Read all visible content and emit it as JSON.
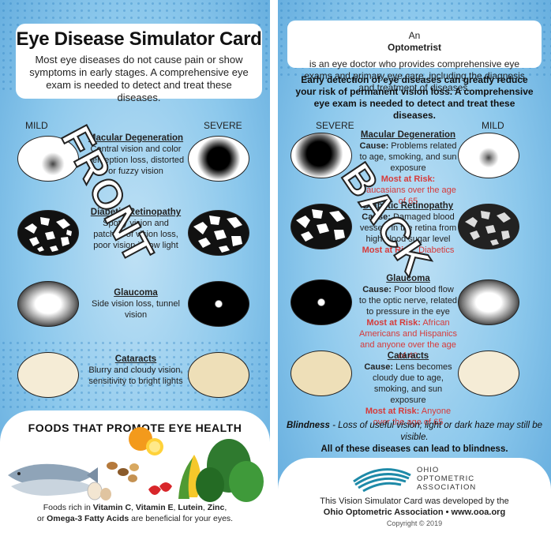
{
  "front": {
    "title": "Eye Disease Simulator Card",
    "intro": "Most eye diseases do not cause pain or show symptoms in early stages. A comprehensive eye exam is needed to detect and treat these diseases.",
    "label_mild": "MILD",
    "label_severe": "SEVERE",
    "diseases": [
      {
        "name": "Macular Degeneration",
        "desc": "Central vision and color perception loss, distorted or fuzzy vision"
      },
      {
        "name": "Diabetic Retinopathy",
        "desc": "Spotty vision and patches of vision loss, poor vision in low light"
      },
      {
        "name": "Glaucoma",
        "desc": "Side vision loss, tunnel vision"
      },
      {
        "name": "Cataracts",
        "desc": "Blurry and cloudy vision, sensitivity to bright lights"
      }
    ],
    "foods_title": "FOODS THAT PROMOTE EYE HEALTH",
    "foods_text_pre": "Foods rich in ",
    "foods_vitc": "Vitamin C",
    "foods_sep1": ", ",
    "foods_vite": "Vitamin E",
    "foods_sep2": ", ",
    "foods_lutein": "Lutein",
    "foods_sep3": ", ",
    "foods_zinc": "Zinc",
    "foods_sep4": ", ",
    "foods_or": "or ",
    "foods_omega": "Omega-3 Fatty Acids",
    "foods_post": " are beneficial for your eyes.",
    "watermark": "FRONT"
  },
  "back": {
    "intro_pre": "An ",
    "intro_bold": "Optometrist",
    "intro_post": " is an eye doctor who provides comprehensive eye exams and primary eye care, including the diagnosis and treatment of diseases.",
    "detect": "Early detection of eye diseases can greatly reduce your risk of permanent vision loss. A comprehensive eye exam is needed to detect and treat these diseases.",
    "label_severe": "SEVERE",
    "label_mild": "MILD",
    "cause_label": "Cause:",
    "risk_label": "Most at Risk:",
    "diseases": [
      {
        "name": "Macular Degeneration",
        "cause": " Problems related to age, smoking, and sun exposure",
        "risk": " Caucasians over the age of 65"
      },
      {
        "name": "Diabetic Retinopathy",
        "cause": " Damaged blood vessels in the retina from high blood sugar level",
        "risk": " Diabetics"
      },
      {
        "name": "Glaucoma",
        "cause": " Poor blood flow to the optic nerve, related to pressure in the eye",
        "risk": " African Americans and Hispanics and anyone over the age of 40"
      },
      {
        "name": "Cataracts",
        "cause": " Lens becomes cloudy due to age, smoking, and sun exposure",
        "risk": " Anyone over the age of 65"
      }
    ],
    "blind_term": "Blindness",
    "blind_def": " - Loss of useful vision; light or dark haze may still be visible.",
    "blind_all": "All of these diseases can lead to blindness.",
    "org_line1": "OHIO",
    "org_line2": "OPTOMETRIC",
    "org_line3": "ASSOCIATION",
    "dev_text": "This Vision Simulator Card was developed by the",
    "dev_org": "Ohio Optometric Association • www.ooa.org",
    "copyright": "Copyright © 2019",
    "watermark": "BACK"
  },
  "colors": {
    "risk_red": "#d63a3a",
    "panel_blue": "#8cc8ec",
    "logo_teal": "#1e8aa8"
  }
}
